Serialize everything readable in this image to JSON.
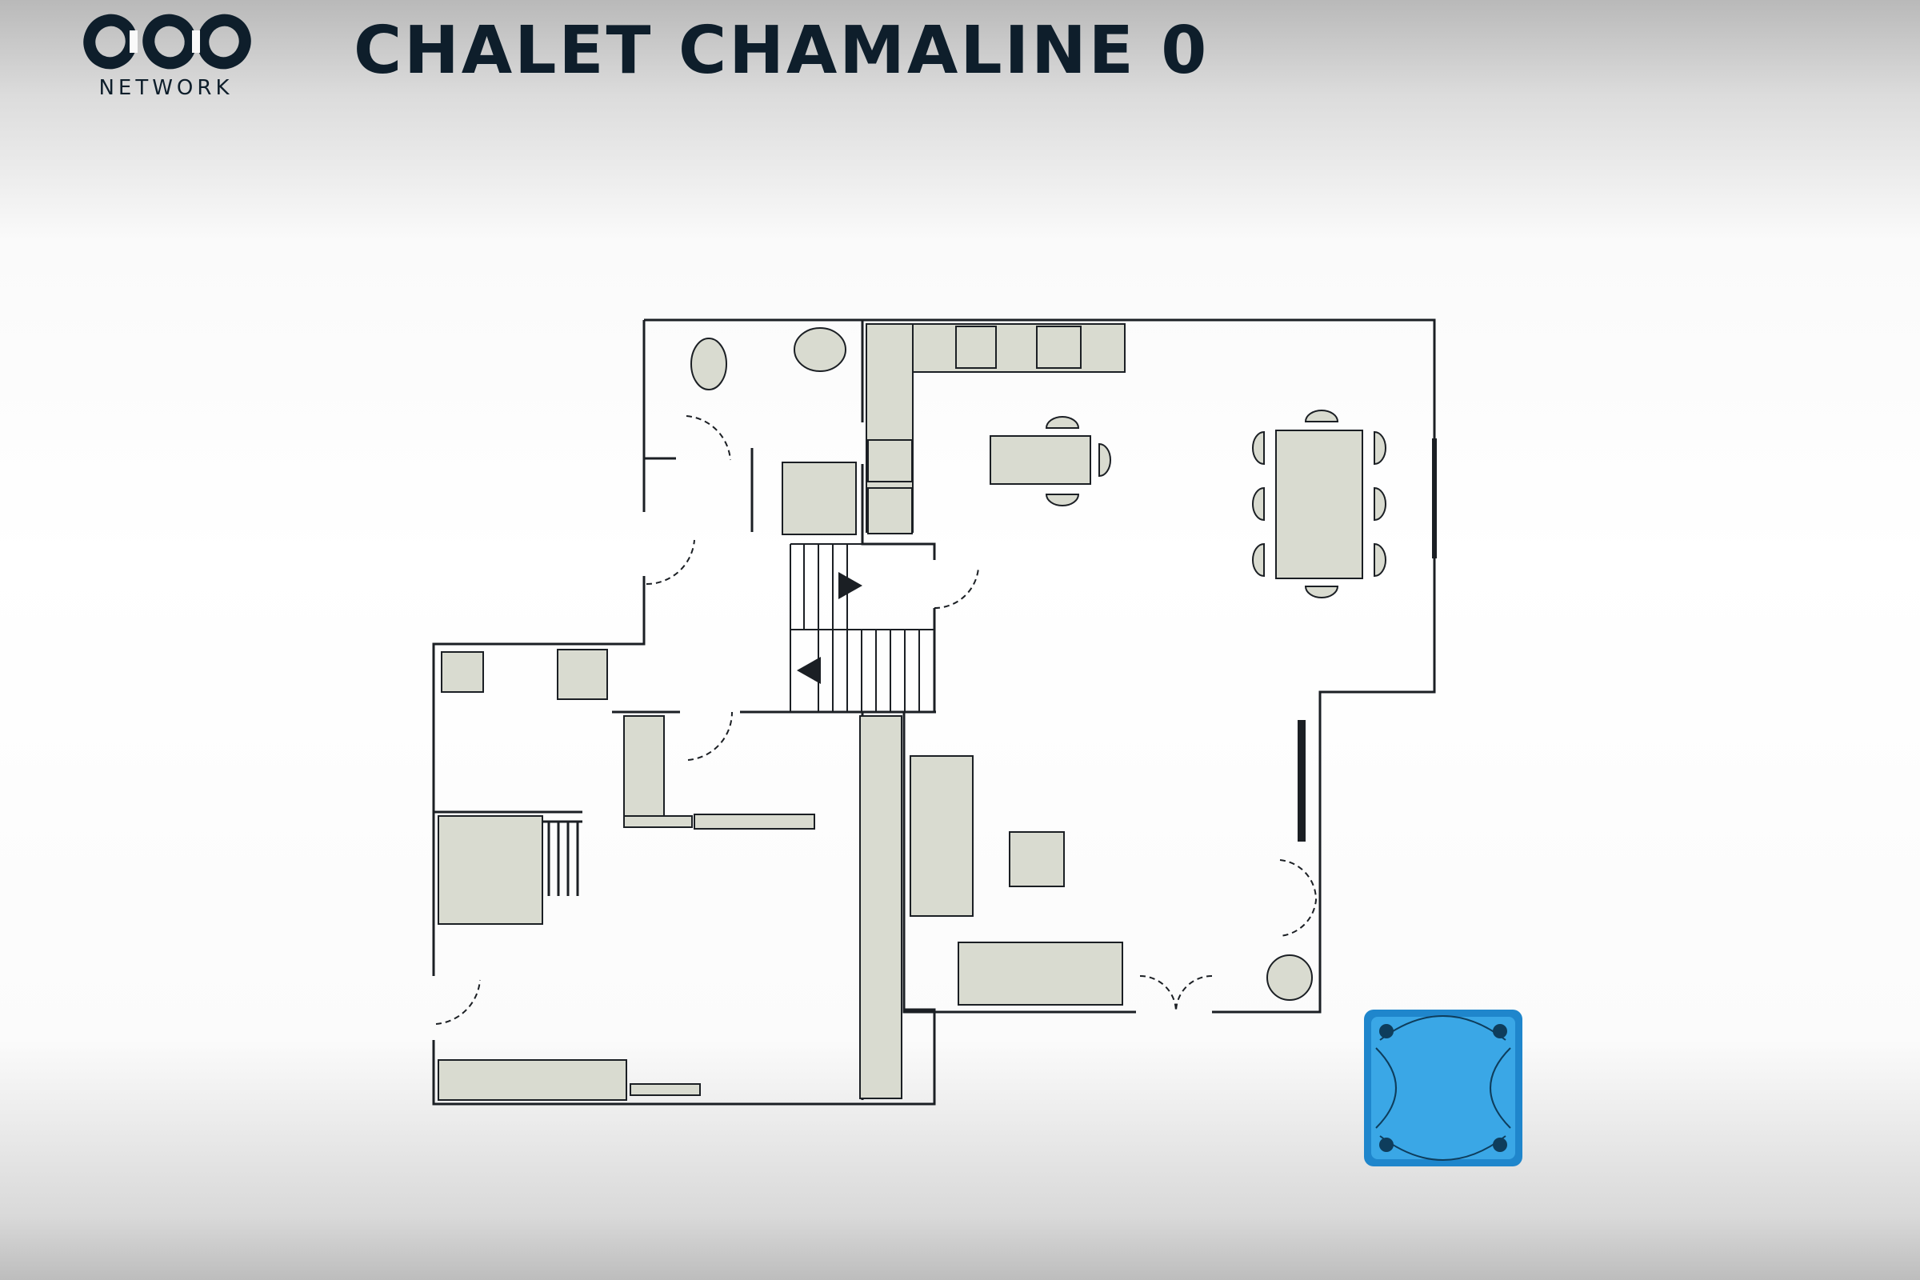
{
  "header": {
    "logo_text": "NETWORK",
    "title": "CHALET CHAMALINE 0"
  },
  "colors": {
    "wall": "#1b1f24",
    "furniture": "#d9dbd0",
    "title": "#0e1e2b",
    "spa_water": "#3aa7e6",
    "spa_rim": "#1f86cc"
  },
  "icons": [
    "logo-mark",
    "toilet-icon",
    "washbasin-icon",
    "shower-icon",
    "sink-icon",
    "cooktop-icon",
    "fridge-icon",
    "oven-icon",
    "washing-machine-icon",
    "stairs-arrow-icon",
    "ski-rack-icon",
    "boot-dryer-icon",
    "radiator-icon",
    "tv-icon",
    "stove-icon",
    "spa-icon"
  ]
}
